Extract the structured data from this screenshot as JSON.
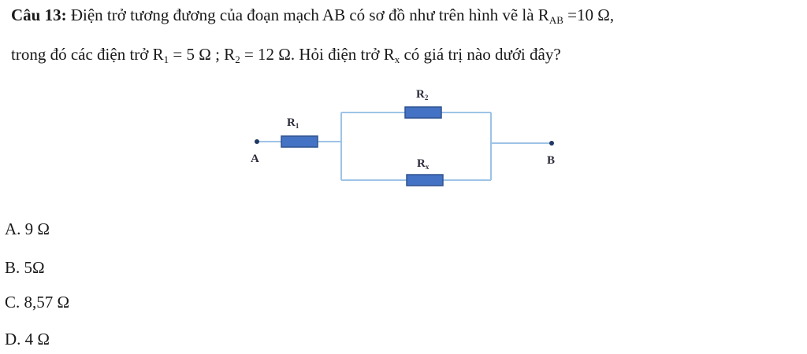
{
  "question": {
    "number": "Câu 13:",
    "line1_text": "Điện trở tương đương của đoạn mạch AB có sơ đồ như trên hình vẽ là R",
    "line1_sub": "AB",
    "line1_value": "=10 Ω,",
    "line2_a": "trong đó các điện trở R",
    "line2_a_sub": "1",
    "line2_b": "= 5 Ω ; R",
    "line2_b_sub": "2",
    "line2_c": "= 12 Ω. Hỏi điện trở R",
    "line2_c_sub": "x",
    "line2_d": "có giá trị nào dưới đây?"
  },
  "circuit": {
    "label_r1": "R",
    "label_r1_sub": "1",
    "label_r2": "R",
    "label_r2_sub": "2",
    "label_rx": "R",
    "label_rx_sub": "x",
    "label_a": "A",
    "label_b": "B",
    "wire_color": "#9dc3e6",
    "resistor_fill": "#4472c4",
    "resistor_stroke": "#2f528f"
  },
  "options": {
    "a": "A. 9 Ω",
    "b": "B. 5Ω",
    "c": "C. 8,57 Ω",
    "d": "D. 4 Ω"
  }
}
